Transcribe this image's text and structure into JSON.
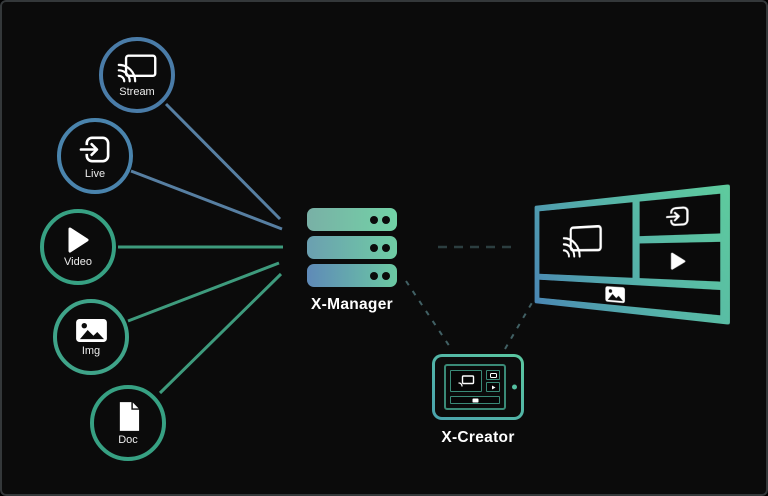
{
  "diagram": {
    "title": "content distribution diagram",
    "sources": [
      {
        "id": "stream",
        "label": "Stream",
        "icon": "cast-icon",
        "ring_color": "#4a7ca8"
      },
      {
        "id": "live",
        "label": "Live",
        "icon": "enter-icon",
        "ring_color": "#4a84ad"
      },
      {
        "id": "video",
        "label": "Video",
        "icon": "play-icon",
        "ring_color": "#37a183"
      },
      {
        "id": "img",
        "label": "Img",
        "icon": "image-icon",
        "ring_color": "#3fa489"
      },
      {
        "id": "doc",
        "label": "Doc",
        "icon": "document-icon",
        "ring_color": "#37a183"
      }
    ],
    "manager": {
      "label": "X-Manager",
      "icon": "server-stack-icon"
    },
    "creator": {
      "label": "X-Creator",
      "icon": "tablet-icon"
    },
    "display_wall": {
      "icon": "video-wall-icon",
      "panels": [
        "cast",
        "enter",
        "play",
        "image"
      ]
    },
    "connections": {
      "solid_blue": [
        "stream→manager",
        "live→manager"
      ],
      "solid_green": [
        "video→manager",
        "img→manager",
        "doc→manager"
      ],
      "dashed": [
        "manager→display",
        "manager→creator",
        "creator→display"
      ]
    },
    "colors": {
      "background": "#0b0b0b",
      "blue_line": "#577fa2",
      "green_line": "#3e9b7d",
      "dashed_line": "#416064",
      "gradient_blue": "#4a86b4",
      "gradient_green": "#5ecb9d",
      "icon_white": "#ffffff"
    }
  }
}
